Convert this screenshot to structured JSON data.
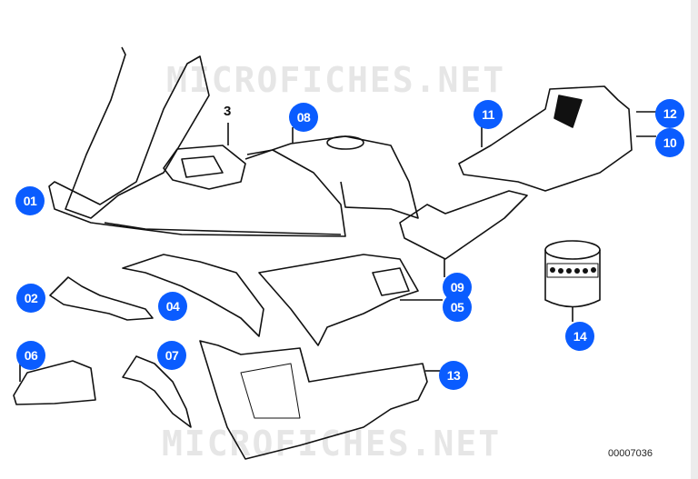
{
  "watermark": "MICROFICHES.NET",
  "diagram_code": "00007036",
  "callout_plain": "3",
  "accent_color": "#0a5cff",
  "callouts": {
    "c01": "01",
    "c02": "02",
    "c04": "04",
    "c05": "05",
    "c06": "06",
    "c07": "07",
    "c08": "08",
    "c09": "09",
    "c10": "10",
    "c11": "11",
    "c12": "12",
    "c13": "13",
    "c14": "14"
  }
}
